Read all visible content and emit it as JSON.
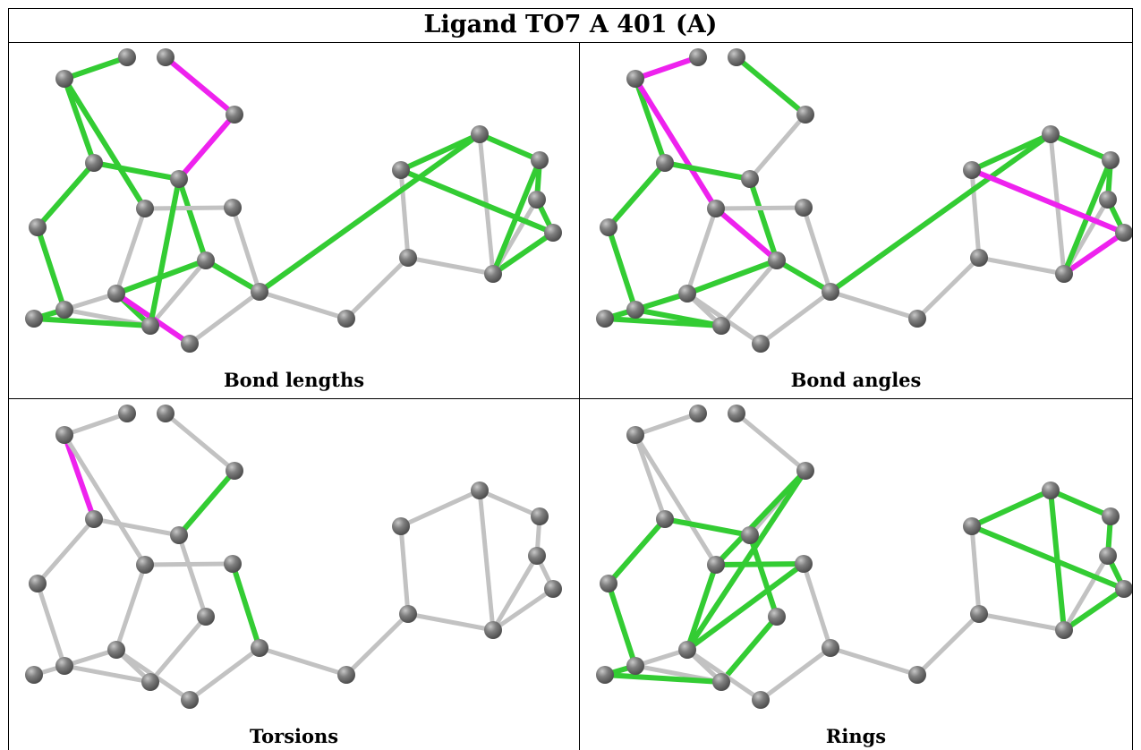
{
  "title": "Ligand TO7 A 401 (A)",
  "colors": {
    "bond_default": "#c2c2c2",
    "bond_highlight_green": "#33cc33",
    "bond_highlight_magenta": "#ee22ee",
    "atom_fill": "#7f7f7f",
    "atom_shade": "#4e4e4e",
    "atom_highlight": "#c8c8c8"
  },
  "panels": [
    {
      "caption": "Bond lengths",
      "green": [
        [
          1,
          2
        ],
        [
          1,
          4
        ],
        [
          1,
          6
        ],
        [
          4,
          5
        ],
        [
          4,
          8
        ],
        [
          8,
          12
        ],
        [
          12,
          13
        ],
        [
          13,
          14
        ],
        [
          5,
          14
        ],
        [
          14,
          11
        ],
        [
          10,
          11
        ],
        [
          5,
          10
        ],
        [
          10,
          15
        ],
        [
          15,
          17
        ],
        [
          17,
          16
        ],
        [
          17,
          18
        ],
        [
          16,
          20
        ],
        [
          20,
          21
        ],
        [
          21,
          18
        ],
        [
          18,
          19
        ],
        [
          19,
          20
        ]
      ],
      "magenta": [
        [
          3,
          9
        ],
        [
          9,
          5
        ],
        [
          11,
          22
        ]
      ]
    },
    {
      "caption": "Bond angles",
      "green": [
        [
          3,
          9
        ],
        [
          4,
          5
        ],
        [
          4,
          8
        ],
        [
          8,
          12
        ],
        [
          12,
          13
        ],
        [
          12,
          14
        ],
        [
          13,
          14
        ],
        [
          11,
          12
        ],
        [
          10,
          11
        ],
        [
          10,
          15
        ],
        [
          15,
          17
        ],
        [
          17,
          16
        ],
        [
          17,
          18
        ],
        [
          18,
          19
        ],
        [
          19,
          20
        ],
        [
          21,
          18
        ],
        [
          1,
          4
        ],
        [
          5,
          10
        ]
      ],
      "magenta": [
        [
          1,
          2
        ],
        [
          1,
          6
        ],
        [
          6,
          10
        ],
        [
          16,
          20
        ],
        [
          20,
          21
        ]
      ]
    },
    {
      "caption": "Torsions",
      "green": [
        [
          9,
          5
        ],
        [
          7,
          15
        ]
      ],
      "magenta": [
        [
          1,
          4
        ]
      ]
    },
    {
      "caption": "Rings",
      "green": [
        [
          4,
          5
        ],
        [
          4,
          8
        ],
        [
          8,
          12
        ],
        [
          12,
          13
        ],
        [
          13,
          14
        ],
        [
          5,
          10
        ],
        [
          10,
          14
        ],
        [
          6,
          7
        ],
        [
          7,
          11
        ],
        [
          11,
          6
        ],
        [
          6,
          11
        ],
        [
          16,
          17
        ],
        [
          17,
          18
        ],
        [
          18,
          19
        ],
        [
          19,
          20
        ],
        [
          20,
          16
        ],
        [
          17,
          21
        ],
        [
          21,
          20
        ],
        [
          6,
          9
        ],
        [
          9,
          11
        ]
      ],
      "magenta": []
    }
  ]
}
